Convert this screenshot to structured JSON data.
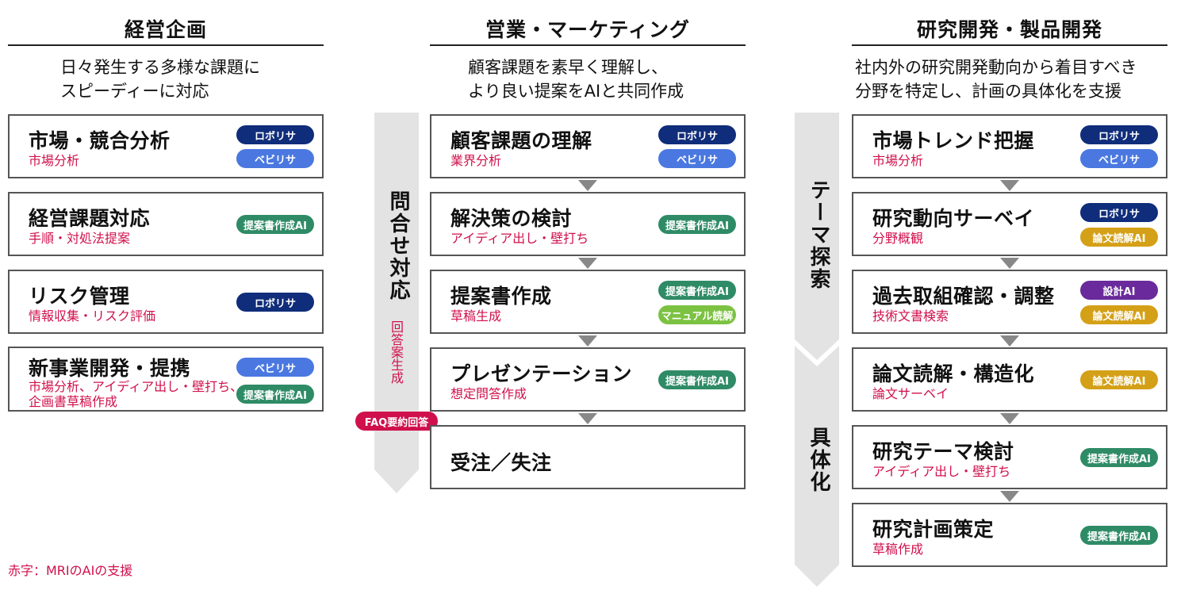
{
  "columns": [
    {
      "title": "経営企画",
      "desc": [
        "日々発生する多様な課題に",
        "スピーディーに対応"
      ],
      "boxes": [
        {
          "title": "市場・競合分析",
          "sub": [
            "市場分析"
          ],
          "badges": [
            {
              "label": "ロボリサ",
              "color": "navy"
            },
            {
              "label": "ベビリサ",
              "color": "blue"
            }
          ]
        },
        {
          "title": "経営課題対応",
          "sub": [
            "手順・対処法提案"
          ],
          "badges": [
            {
              "label": "提案書作成AI",
              "color": "green"
            }
          ]
        },
        {
          "title": "リスク管理",
          "sub": [
            "情報収集・リスク評価"
          ],
          "badges": [
            {
              "label": "ロボリサ",
              "color": "navy"
            }
          ]
        },
        {
          "title": "新事業開発・提携",
          "sub": [
            "市場分析、アイディア出し・壁打ち、",
            "企画書草稿作成"
          ],
          "badges": [
            {
              "label": "ベビリサ",
              "color": "blue"
            },
            {
              "label": "提案書作成AI",
              "color": "green"
            }
          ]
        }
      ]
    },
    {
      "title": "営業・マーケティング",
      "desc": [
        "顧客課題を素早く理解し、",
        "より良い提案をAIと共同作成"
      ],
      "side_label": "問合せ対応",
      "side_sublabel": "回答案生成",
      "faq_badge": "FAQ要約回答",
      "boxes": [
        {
          "title": "顧客課題の理解",
          "sub": [
            "業界分析"
          ],
          "badges": [
            {
              "label": "ロボリサ",
              "color": "navy"
            },
            {
              "label": "ベビリサ",
              "color": "blue"
            }
          ]
        },
        {
          "title": "解決策の検討",
          "sub": [
            "アイディア出し・壁打ち"
          ],
          "badges": [
            {
              "label": "提案書作成AI",
              "color": "green"
            }
          ]
        },
        {
          "title": "提案書作成",
          "sub": [
            "草稿生成"
          ],
          "badges": [
            {
              "label": "提案書作成AI",
              "color": "green"
            },
            {
              "label": "マニュアル読解",
              "color": "lime"
            }
          ]
        },
        {
          "title": "プレゼンテーション",
          "sub": [
            "想定問答作成"
          ],
          "badges": [
            {
              "label": "提案書作成AI",
              "color": "green"
            }
          ]
        },
        {
          "title": "受注／失注",
          "sub": [],
          "badges": []
        }
      ]
    },
    {
      "title": "研究開発・製品開発",
      "desc": [
        "社内外の研究開発動向から着目すべき",
        "分野を特定し、計画の具体化を支援"
      ],
      "side_label_top": "テーマ探索",
      "side_label_bottom": "具体化",
      "boxes": [
        {
          "title": "市場トレンド把握",
          "sub": [
            "市場分析"
          ],
          "badges": [
            {
              "label": "ロボリサ",
              "color": "navy"
            },
            {
              "label": "ベビリサ",
              "color": "blue"
            }
          ]
        },
        {
          "title": "研究動向サーベイ",
          "sub": [
            "分野概観"
          ],
          "badges": [
            {
              "label": "ロボリサ",
              "color": "navy"
            },
            {
              "label": "論文読解AI",
              "color": "gold"
            }
          ]
        },
        {
          "title": "過去取組確認・調整",
          "sub": [
            "技術文書検索"
          ],
          "badges": [
            {
              "label": "設計AI",
              "color": "purple"
            },
            {
              "label": "論文読解AI",
              "color": "gold"
            }
          ]
        },
        {
          "title": "論文読解・構造化",
          "sub": [
            "論文サーベイ"
          ],
          "badges": [
            {
              "label": "論文読解AI",
              "color": "gold"
            }
          ]
        },
        {
          "title": "研究テーマ検討",
          "sub": [
            "アイディア出し・壁打ち"
          ],
          "badges": [
            {
              "label": "提案書作成AI",
              "color": "green"
            }
          ]
        },
        {
          "title": "研究計画策定",
          "sub": [
            "草稿作成"
          ],
          "badges": [
            {
              "label": "提案書作成AI",
              "color": "green"
            }
          ]
        }
      ]
    }
  ],
  "footnote": "赤字：MRIのAIの支援"
}
